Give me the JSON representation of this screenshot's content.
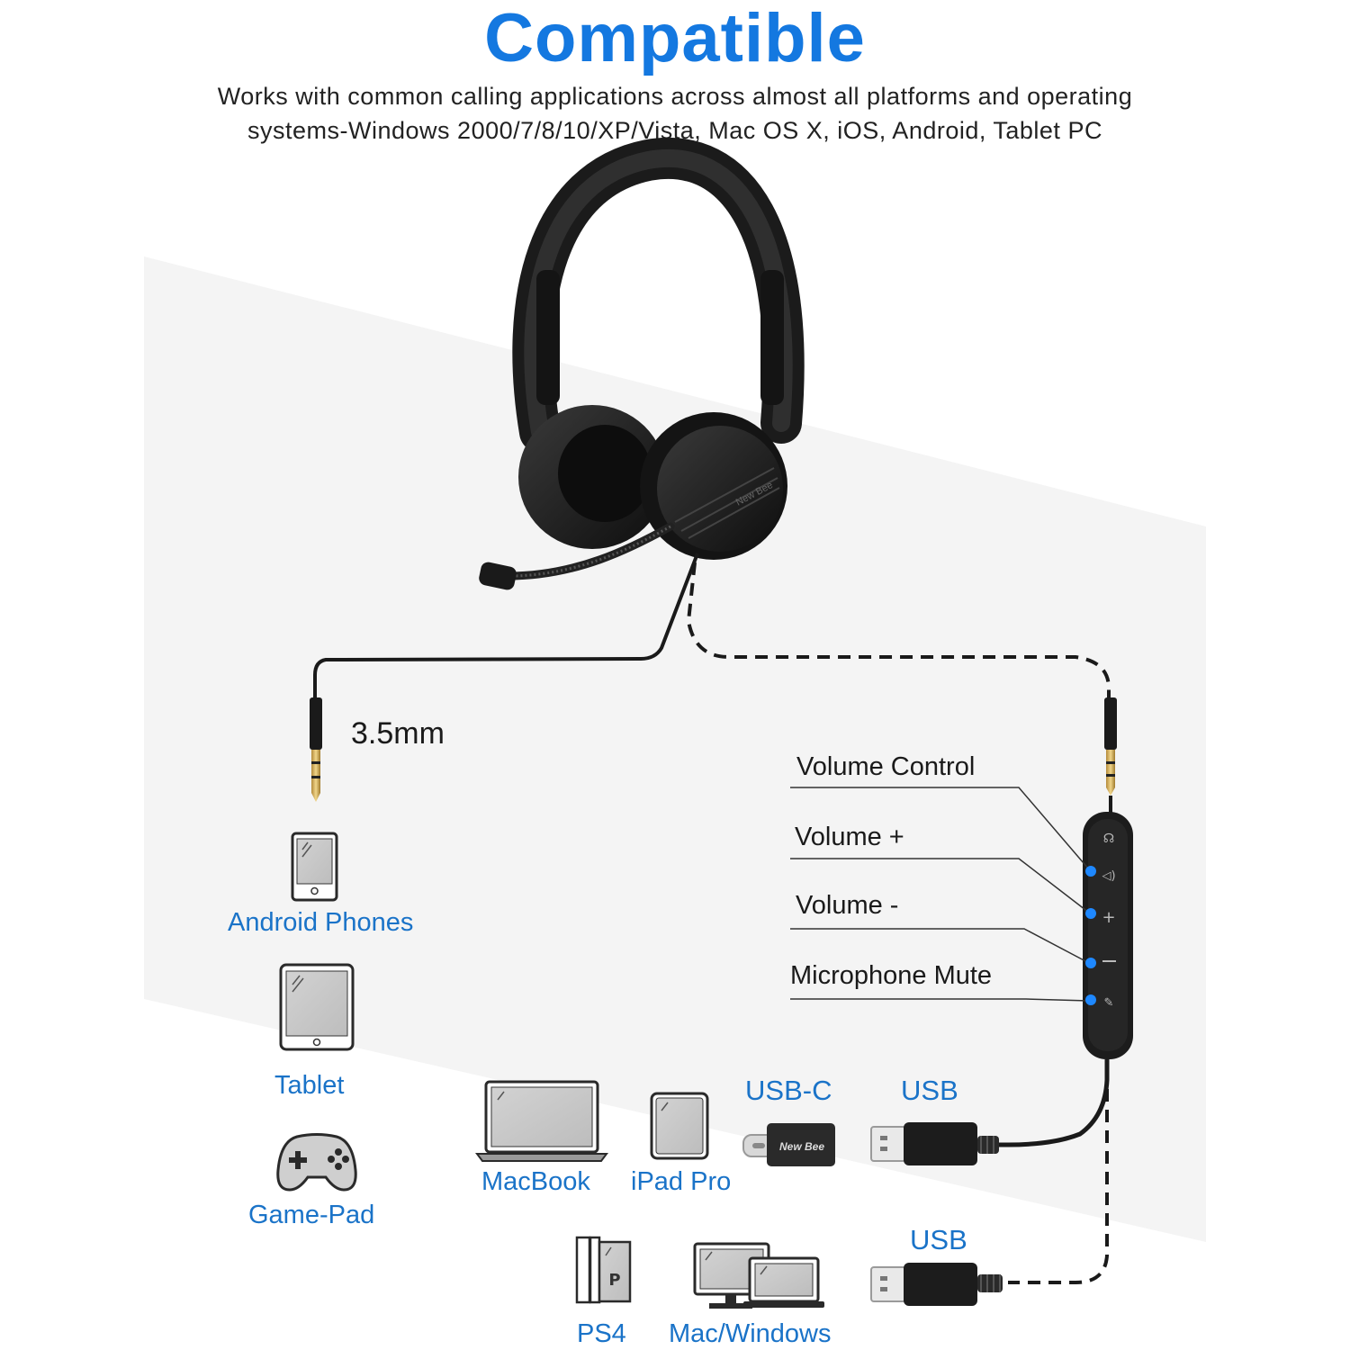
{
  "header": {
    "title": "Compatible",
    "subtitle_line1": "Works with common calling applications across almost all platforms and operating",
    "subtitle_line2": "systems-Windows 2000/7/8/10/XP/Vista, Mac OS X, iOS, Android, Tablet PC"
  },
  "headset": {
    "brand": "New Bee"
  },
  "jack": {
    "label": "3.5mm"
  },
  "devices_left": [
    {
      "label": "Android Phones",
      "icon": "phone-icon"
    },
    {
      "label": "Tablet",
      "icon": "tablet-icon"
    },
    {
      "label": "Game-Pad",
      "icon": "gamepad-icon"
    }
  ],
  "devices_bottom": [
    {
      "label": "MacBook",
      "icon": "laptop-icon"
    },
    {
      "label": "iPad Pro",
      "icon": "ipad-icon"
    },
    {
      "label": "PS4",
      "icon": "ps4-icon"
    },
    {
      "label": "Mac/Windows",
      "icon": "desktop-icon"
    }
  ],
  "connectors": {
    "usbc_label": "USB-C",
    "usb_label_top": "USB",
    "usb_label_bottom": "USB",
    "adapter_brand": "New Bee"
  },
  "controls": [
    {
      "label": "Volume Control"
    },
    {
      "label": "Volume +"
    },
    {
      "label": "Volume -"
    },
    {
      "label": "Microphone Mute"
    }
  ],
  "colors": {
    "accent": "#1478e0",
    "label_blue": "#1a73c8",
    "dot_blue": "#1e88ff",
    "panel": "#f4f4f4"
  }
}
